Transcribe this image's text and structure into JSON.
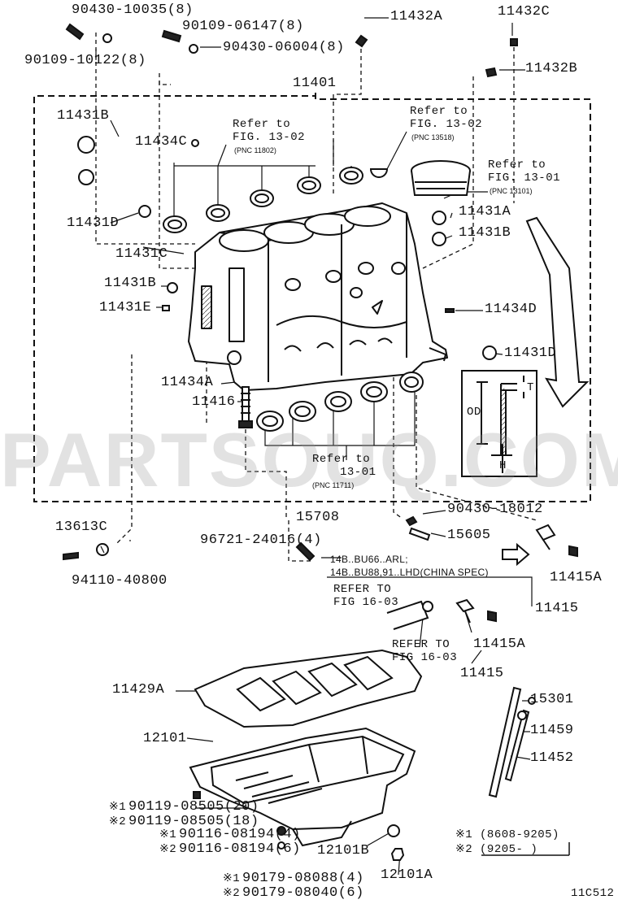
{
  "parts": {
    "p90430_10035": "90430-10035(8)",
    "p90109_10122": "90109-10122(8)",
    "p90109_06147": "90109-06147(8)",
    "p90430_06004": "90430-06004(8)",
    "p11432A": "11432A",
    "p11432C": "11432C",
    "p11432B": "11432B",
    "p11401": "11401",
    "p11431B_a": "11431B",
    "p11434C": "11434C",
    "p11431D_a": "11431D",
    "p11431C": "11431C",
    "p11431A": "11431A",
    "p11431B_b": "11431B",
    "p11431B_c": "11431B",
    "p11431E": "11431E",
    "p11434D": "11434D",
    "p11431D_b": "11431D",
    "p11434A": "11434A",
    "p11416": "11416",
    "p13613C": "13613C",
    "p94110_40800": "94110-40800",
    "p15708": "15708",
    "p96721_24016": "96721-24016(4)",
    "p90430_18012": "90430-18012",
    "p15605": "15605",
    "p11415A_a": "11415A",
    "p11415_a": "11415",
    "p11415A_b": "11415A",
    "p11415_b": "11415",
    "p11429A": "11429A",
    "p12101": "12101",
    "p15301": "15301",
    "p11459": "11459",
    "p11452": "11452",
    "p90119_08505_20": "90119-08505(20)",
    "p90119_08505_18": "90119-08505(18)",
    "p90116_08194_a": "90116-08194(4)",
    "p90116_08194_b": "90116-08194(6)",
    "p12101B": "12101B",
    "p12101A": "12101A",
    "p90179_08088": "90179-08088(4)",
    "p90179_08040": "90179-08040(6)"
  },
  "refs": {
    "r1_line1": "Refer to",
    "r1_line2": "FIG. 13-02",
    "r1_pnc": "(PNC 11802)",
    "r2_line1": "Refer to",
    "r2_line2": "FIG. 13-02",
    "r2_pnc": "(PNC 13518)",
    "r3_line1": "Refer to",
    "r3_line2": "FIG. 13-01",
    "r3_pnc": "(PNC 13101)",
    "r4_line1": "Refer to",
    "r4_line2": "13-01",
    "r4_pnc": "(PNC 11711)",
    "r5_line1": "REFER TO",
    "r5_line2": "FIG 16-03",
    "r6_line1": "REFER TO",
    "r6_line2": "FIG 16-03"
  },
  "notes": {
    "spec_line1": "14B..BU66..ARL;",
    "spec_line2": "14B..BU88,91..LHD(CHINA SPEC)"
  },
  "markers": {
    "m1": "※1",
    "m2": "※2"
  },
  "legend": {
    "l1": "※1 (8608-9205)",
    "l2": "※2 (9205-      )"
  },
  "inset": {
    "od": "OD",
    "t": "T",
    "h": "H"
  },
  "watermark": "PARTSOUQ.COM",
  "figure_code": "11C512"
}
